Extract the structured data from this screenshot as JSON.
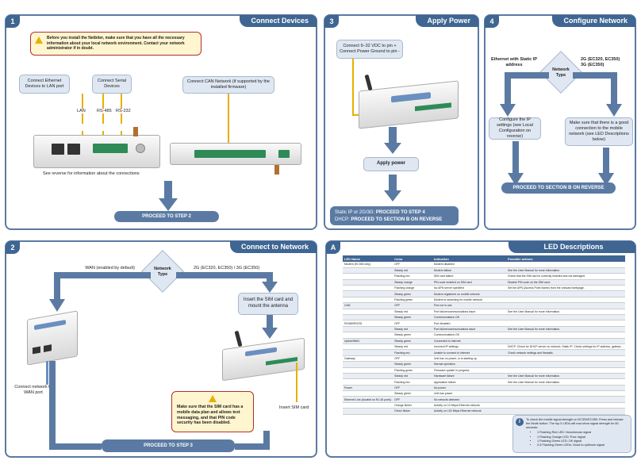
{
  "panel1": {
    "num": "1",
    "title": "Connect Devices",
    "warning": "Before you install the Netbiter, make sure that you have all the necessary information about your local network environment. Contact your network administrator if in doubt.",
    "box_ethernet": "Connect Ethernet Devices to LAN port",
    "box_serial": "Connect Serial Devices",
    "box_can": "Connect CAN Network (if supported by the installed firmware)",
    "lan": "LAN",
    "rs485": "RS-485",
    "rs232": "RS-232",
    "see_reverse": "See reverse for information about the connections",
    "proceed": "PROCEED TO STEP 2"
  },
  "panel3": {
    "num": "3",
    "title": "Apply Power",
    "connect": "Connect 9–32 VDC to pin + Connect Power Ground to pin -",
    "apply": "Apply power",
    "static_a": "Static IP or 2G/3G:",
    "static_b": "PROCEED TO STEP 4",
    "dhcp_a": "DHCP:",
    "dhcp_b": "PROCEED TO SECTION B ON REVERSE"
  },
  "panel4": {
    "num": "4",
    "title": "Configure Network",
    "left_label": "Ethernet with Static IP address",
    "right_label": "2G (EC320, EC350) 3G (EC350)",
    "diamond": "Network Type",
    "box_left": "Configure the IP settings (see Local Configuration on reverse)",
    "box_right": "Make sure that there is a good connection to the mobile network (see LED Descriptions below)",
    "proceed": "PROCEED TO SECTION B ON REVERSE"
  },
  "panel2": {
    "num": "2",
    "title": "Connect to Network",
    "wan": "WAN (enabled by default)",
    "mobile": "2G (EC320, EC350) / 3G (EC350)",
    "diamond": "Network Type",
    "insert_sim": "Insert the SIM card and mount the antenna",
    "connect_wan": "Connect network to WAN port",
    "insert_sim_card": "Insert SIM card",
    "warning": "Make sure that the SIM card has a mobile data plan and allows text messaging, and that PIN code security has been disabled.",
    "proceed": "PROCEED TO STEP 3"
  },
  "panelA": {
    "num": "A",
    "title": "LED Descriptions",
    "headers": [
      "LED Name",
      "Color",
      "Indication",
      "Possible actions"
    ],
    "rows": [
      [
        "Modem (EC350 only)",
        "OFF",
        "Modem disabled",
        ""
      ],
      [
        "",
        "Steady red",
        "Modem failure",
        "See the User Manual for more information."
      ],
      [
        "",
        "Flashing red",
        "SIM card failure",
        "Check that the SIM card is correctly inserted and not damaged."
      ],
      [
        "",
        "Steady orange",
        "PIN code enabled on SIM card",
        "Disable PIN code on the SIM card."
      ],
      [
        "",
        "Flashing orange",
        "No APN server specified",
        "Set the APN (Access Point Name) from the onboard webpage."
      ],
      [
        "",
        "Steady green",
        "Modem registered on mobile network",
        ""
      ],
      [
        "",
        "Flashing green",
        "Modem is searching for mobile network",
        ""
      ],
      [
        "CAN",
        "OFF",
        "Port not in use",
        ""
      ],
      [
        "",
        "Steady red",
        "Port failure/communications issue",
        "See the User Manual for more information."
      ],
      [
        "",
        "Steady green",
        "Communications OK",
        ""
      ],
      [
        "RS485/RS232",
        "OFF",
        "Port disabled",
        ""
      ],
      [
        "",
        "Steady red",
        "Port failure/communications issue",
        "See the User Manual for more information."
      ],
      [
        "",
        "Steady green",
        "Communications OK",
        ""
      ],
      [
        "Uplink/WAN",
        "Steady green",
        "Connected to Internet",
        ""
      ],
      [
        "",
        "Steady red",
        "Incorrect IP settings",
        "DHCP: Check for DHCP server on network. Static IP: Check settings for IP address, gateway and DNS."
      ],
      [
        "",
        "Flashing red",
        "Unable to connect to Internet",
        "Check network settings and firewalls."
      ],
      [
        "Gateway",
        "OFF",
        "Unit has no power, or is starting up",
        ""
      ],
      [
        "",
        "Steady green",
        "Normal operation",
        ""
      ],
      [
        "",
        "Flashing green",
        "Firmware update in progress",
        ""
      ],
      [
        "",
        "Steady red",
        "Hardware failure",
        "See the User Manual for more information."
      ],
      [
        "",
        "Flashing red",
        "Application failure",
        "See the User Manual for more information."
      ],
      [
        "Power",
        "OFF",
        "No power",
        ""
      ],
      [
        "",
        "Steady green",
        "Unit has power",
        ""
      ],
      [
        "Ethernet Link (located on RJ-45 ports)",
        "OFF",
        "No network detected",
        ""
      ],
      [
        "",
        "Orange flicker",
        "Activity on 10 Mbps Ethernet network",
        ""
      ],
      [
        "",
        "Green flicker",
        "Activity on 100 Mbps Ethernet network",
        ""
      ]
    ],
    "tip_intro": "To check the mobile signal strength on EC320/EC350: Press and release the Mode button. The top 5 LEDs will now show signal strength for 60 seconds:",
    "tip_items": [
      "1 Flashing Red LED: No/unknown signal",
      "1 Flashing Orange LED: Poor signal",
      "1 Flashing Green LED: OK signal",
      "2-5 Flashing Green LEDs: Good to optimum signal"
    ]
  }
}
